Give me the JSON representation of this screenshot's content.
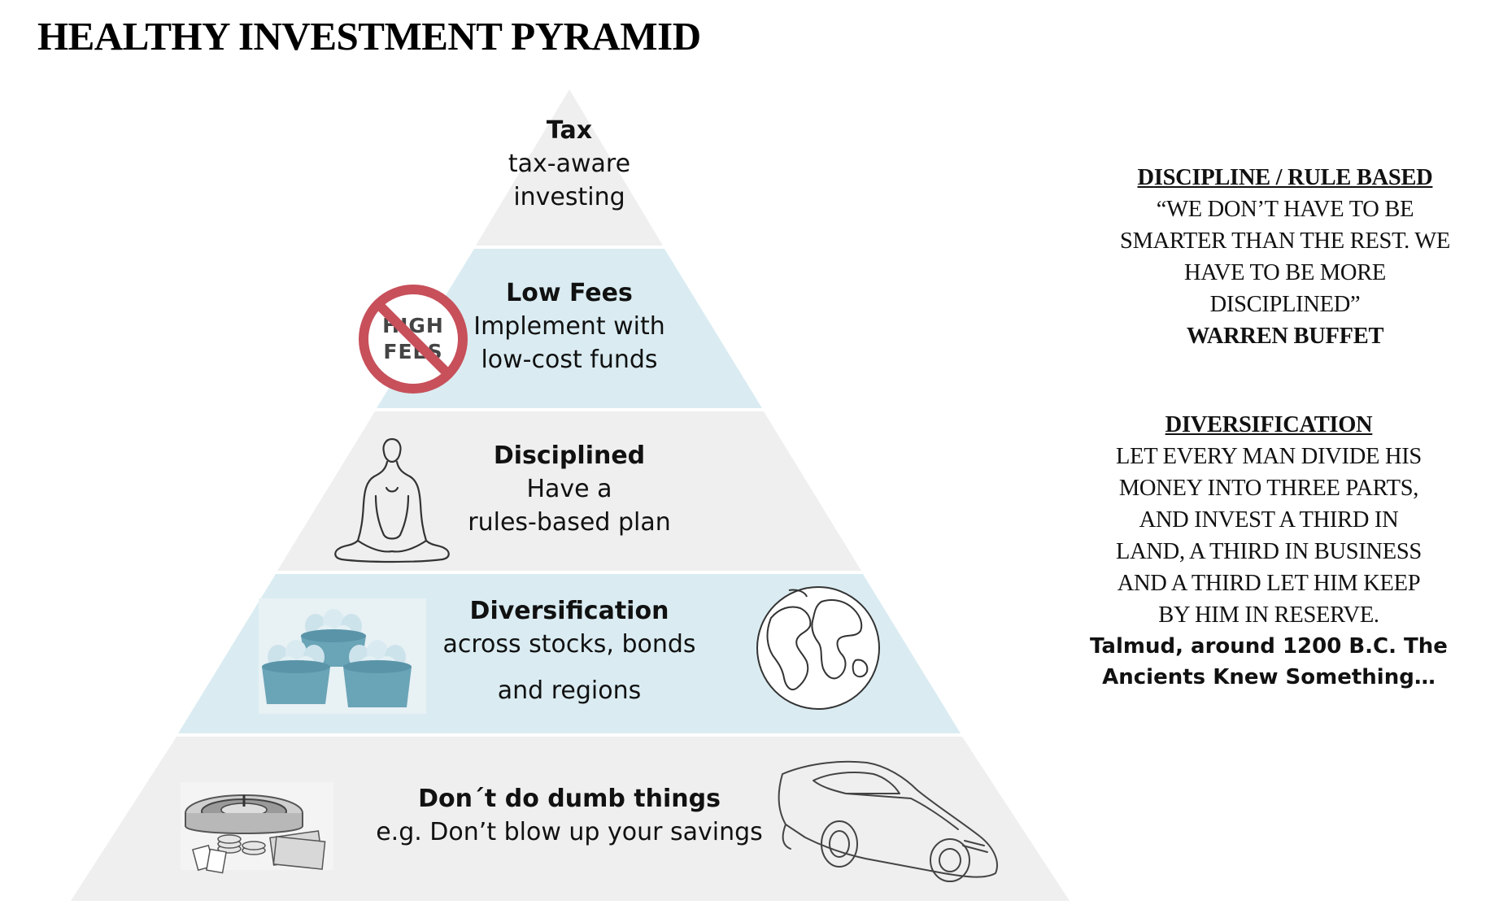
{
  "title": "HEALTHY INVESTMENT PYRAMID",
  "colors": {
    "tier_gray": "#efefef",
    "tier_blue": "#daecf2",
    "no_sign_red": "#c7505a",
    "bowl_teal": "#6aa4b7",
    "egg_blue": "#cde3ec"
  },
  "tiers": [
    {
      "heading": "Tax",
      "lines": [
        "tax-aware",
        "investing"
      ]
    },
    {
      "heading": "Low Fees",
      "lines": [
        "Implement with",
        "low-cost funds"
      ]
    },
    {
      "heading": "Disciplined",
      "lines": [
        "Have a",
        "rules-based  plan"
      ]
    },
    {
      "heading": "Diversification",
      "lines": [
        "across stocks, bonds",
        "and regions"
      ]
    },
    {
      "heading": "Don´t do dumb things",
      "lines": [
        "e.g. Don’t blow up your savings"
      ]
    }
  ],
  "icons": {
    "no_high_fees": {
      "name": "no-high-fees-icon",
      "text_lines": [
        "HIGH",
        "FEES"
      ]
    },
    "meditation": "meditating-person-icon",
    "eggs_baskets": "eggs-in-baskets-icon",
    "globe": "globe-icon",
    "roulette": "roulette-casino-icon",
    "sports_car": "sports-car-icon"
  },
  "quotes": {
    "discipline": {
      "heading": "DISCIPLINE / RULE BASED",
      "lines": [
        "“WE DON’T HAVE TO BE",
        "SMARTER THAN THE REST. WE",
        "HAVE TO BE MORE",
        "DISCIPLINED”"
      ],
      "author": "WARREN BUFFET"
    },
    "diversification": {
      "heading": "DIVERSIFICATION",
      "lines": [
        "LET EVERY MAN DIVIDE HIS",
        "MONEY INTO THREE PARTS,",
        "AND INVEST A THIRD IN",
        "LAND, A THIRD IN BUSINESS",
        "AND A THIRD LET HIM KEEP",
        "BY HIM IN RESERVE."
      ],
      "source_lines": [
        "Talmud, around 1200 B.C. The",
        "Ancients Knew Something…"
      ]
    }
  }
}
